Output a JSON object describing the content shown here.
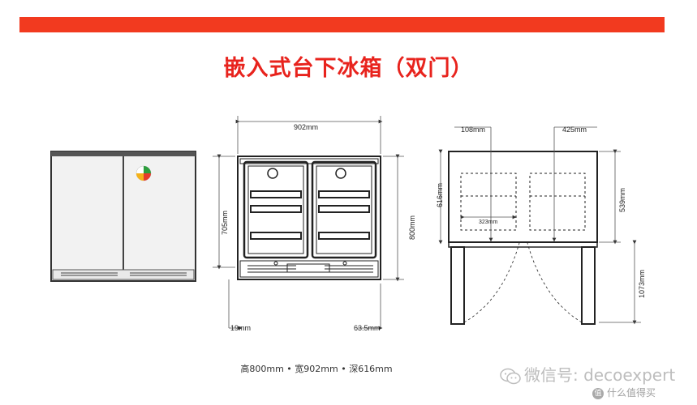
{
  "header": {
    "bar_color": "#f23a1f",
    "title": "嵌入式台下冰箱（双门）",
    "title_color": "#e8231d"
  },
  "dims": {
    "front_width": "902mm",
    "front_height_inner": "705mm",
    "front_height_total": "800mm",
    "front_left_gap": "19mm",
    "front_right_gap": "63.5mm",
    "top_depth": "616mm",
    "top_left": "108mm",
    "top_right": "425mm",
    "top_inner": "323mm",
    "top_right_depth": "539mm",
    "door_open_depth": "1073mm"
  },
  "caption": "高800mm • 宽902mm • 深616mm",
  "watermark": {
    "text": "微信号: decoexpert",
    "icon": "wechat-icon"
  },
  "site": {
    "text": "什么值得买",
    "icon": "值"
  }
}
